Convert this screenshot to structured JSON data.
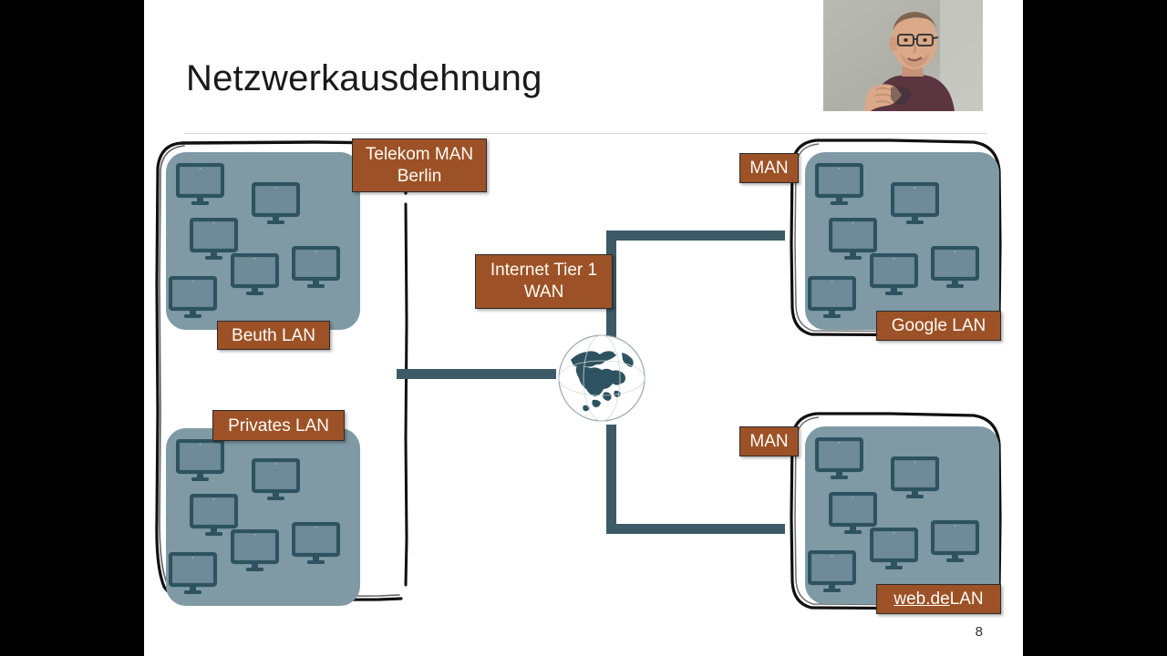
{
  "slide": {
    "title": "Netzwerkausdehnung",
    "page_number": "8"
  },
  "labels": {
    "telekom_man": "Telekom MAN Berlin",
    "telekom_man_line1": "Telekom MAN",
    "telekom_man_line2": "Berlin",
    "beuth_lan": "Beuth LAN",
    "privates_lan": "Privates LAN",
    "internet_tier1_line1": "Internet Tier 1",
    "internet_tier1_line2": "WAN",
    "man_top": "MAN",
    "man_bottom": "MAN",
    "google_lan": "Google LAN",
    "webde_lan_link": "web.de",
    "webde_lan_rest": " LAN"
  },
  "icons": {
    "globe": "globe-icon",
    "monitor": "desktop-monitor-icon",
    "webcam": "presenter-webcam-video"
  },
  "colors": {
    "label_brown": "#9c5226",
    "lan_panel_blue_gray": "#7f9aa5",
    "connector_teal": "#3c5b67",
    "monitor_outline": "#2e5360",
    "slide_background": "#ffffff",
    "letterbox_black": "#000000",
    "title_text": "#1a1a1a"
  },
  "clusters": [
    {
      "name": "beuth-lan",
      "label": "Beuth LAN"
    },
    {
      "name": "privates-lan",
      "label": "Privates LAN"
    },
    {
      "name": "google-lan",
      "label": "Google LAN"
    },
    {
      "name": "webde-lan",
      "label": "web.de LAN"
    }
  ]
}
